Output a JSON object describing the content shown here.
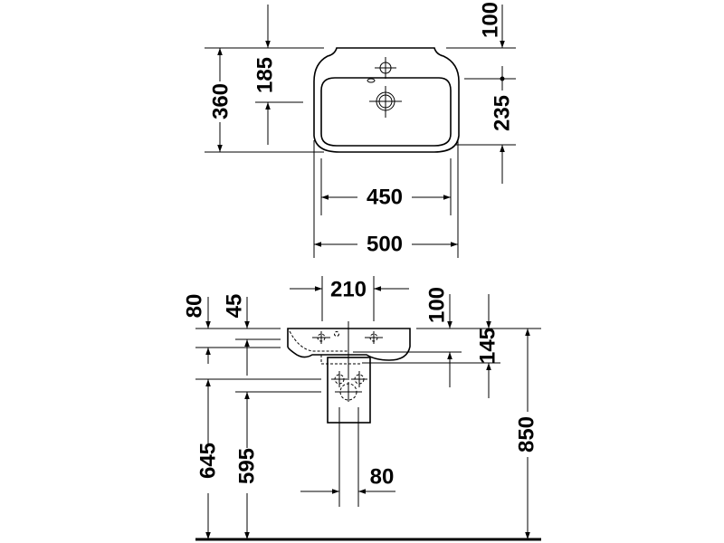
{
  "top_view": {
    "dim_100": "100",
    "dim_235": "235",
    "dim_360": "360",
    "dim_185": "185",
    "dim_450": "450",
    "dim_500": "500"
  },
  "side_view": {
    "dim_210": "210",
    "dim_80_top": "80",
    "dim_45": "45",
    "dim_100": "100",
    "dim_145": "145",
    "dim_645": "645",
    "dim_595": "595",
    "dim_80_bottom": "80",
    "dim_850": "850"
  }
}
